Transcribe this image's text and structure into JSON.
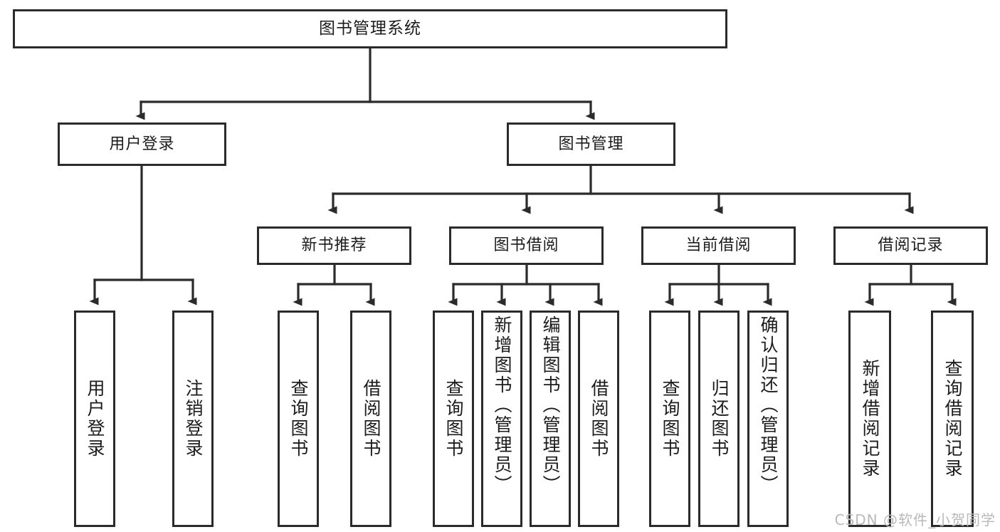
{
  "diagram": {
    "type": "tree-hierarchy-chart",
    "title": "图书管理系统",
    "colors": {
      "box_border": "#2b2b2b",
      "box_fill": "#ffffff",
      "connector": "#2b2b2b",
      "text": "#1c1c1c",
      "watermark": "#b9b9b9",
      "background": "#ffffff"
    },
    "root": {
      "label": "图书管理系统"
    },
    "level2": [
      {
        "label": "用户登录"
      },
      {
        "label": "图书管理"
      }
    ],
    "level3": [
      {
        "label": "新书推荐"
      },
      {
        "label": "图书借阅"
      },
      {
        "label": "当前借阅"
      },
      {
        "label": "借阅记录"
      }
    ],
    "leaves": {
      "user_login": [
        {
          "label": "用户登录"
        },
        {
          "label": "注销登录"
        }
      ],
      "new_book_recommend": [
        {
          "label": "查询图书"
        },
        {
          "label": "借阅图书"
        }
      ],
      "book_borrow": [
        {
          "label": "查询图书"
        },
        {
          "label": "新增图书（管理员）"
        },
        {
          "label": "编辑图书（管理员）"
        },
        {
          "label": "借阅图书"
        }
      ],
      "current_borrow": [
        {
          "label": "查询图书"
        },
        {
          "label": "归还图书"
        },
        {
          "label": "确认归还（管理员）"
        }
      ],
      "borrow_record": [
        {
          "label": "新增借阅记录"
        },
        {
          "label": "查询借阅记录"
        }
      ]
    }
  },
  "watermark": {
    "text": "CSDN @软件_小贺同学"
  }
}
